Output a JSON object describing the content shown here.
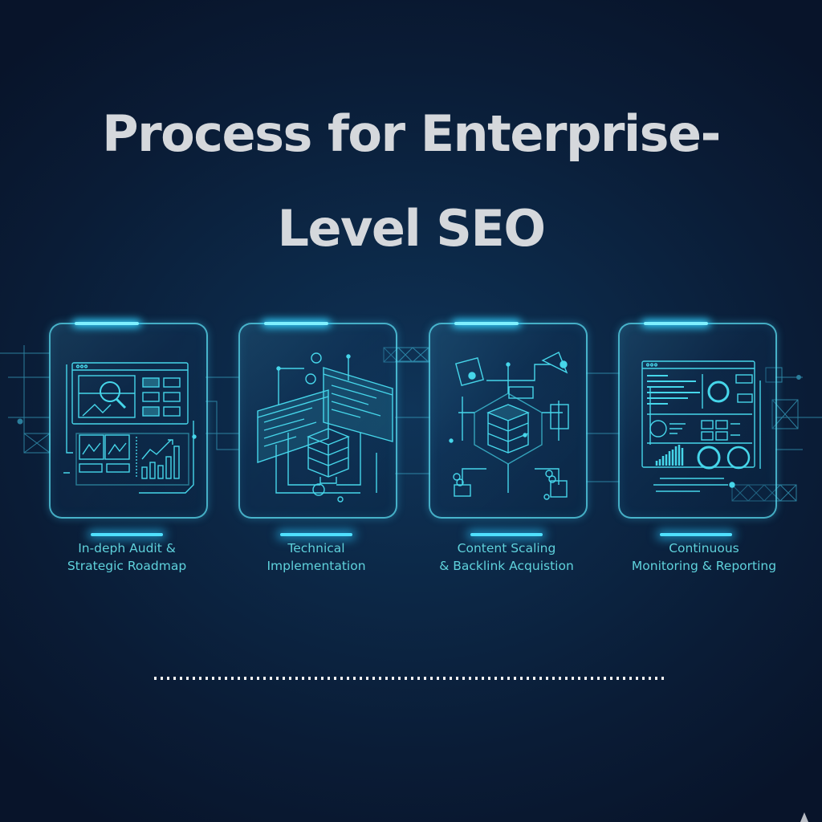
{
  "title": {
    "line1": "Process for Enterprise-",
    "line2": "Level SEO"
  },
  "steps": [
    {
      "line1": "In-deph Audit &",
      "line2": "Strategic Roadmap",
      "icon": "audit-dashboard-icon"
    },
    {
      "line1": "Technical",
      "line2": "Implementation",
      "icon": "server-code-windows-icon"
    },
    {
      "line1": "Content Scaling",
      "line2": "& Backlink Acquistion",
      "icon": "network-links-icon"
    },
    {
      "line1": "Continuous",
      "line2": "Monitoring & Reporting",
      "icon": "analytics-dashboard-icon"
    }
  ],
  "colors": {
    "background": "#0c2847",
    "title": "#d5d8dc",
    "label": "#5fd2dc",
    "accent": "#4fe0ff",
    "divider": "#f2f2f2"
  }
}
